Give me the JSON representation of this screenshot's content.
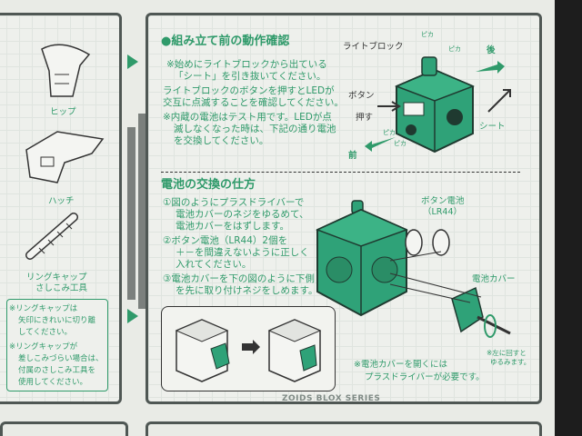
{
  "left_panel": {
    "parts": [
      "ヒップ",
      "ハッチ",
      "リングキャップ",
      "さしこみ工具"
    ],
    "notes": [
      "※リングキャップは",
      "矢印にきれいに切り離",
      "してください。",
      "※リングキャップが",
      "差しこみづらい場合は、",
      "付属のさしこみ工具を",
      "使用してください。"
    ]
  },
  "section1": {
    "title": "●組み立て前の動作確認",
    "lines": [
      "※始めにライトブロックから出ている",
      "「シート」を引き抜いてください。",
      "ライトブロックのボタンを押すとLEDが",
      "交互に点滅することを確認してください。",
      "※内蔵の電池はテスト用です。LEDが点",
      "滅しなくなった時は、下記の通り電池",
      "を交換してください。"
    ],
    "labels": {
      "light_block": "ライトブロック",
      "back": "後",
      "button": "ボタン",
      "push": "押す",
      "sheet": "シート",
      "front": "前",
      "pika": "ピカ"
    }
  },
  "section2": {
    "title": "電池の交換の仕方",
    "lines": [
      "①図のようにプラスドライバーで",
      "電池カバーのネジをゆるめて、",
      "電池カバーをはずします。",
      "②ボタン電池（LR44）2個を",
      "＋－を間違えないように正しく",
      "入れてください。",
      "③電池カバーを下の図のように下側",
      "を先に取り付けネジをしめます。"
    ],
    "labels": {
      "button_battery": "ボタン電池",
      "lr44": "（LR44）",
      "battery_cover": "電池カバー",
      "turn_left": "※左に回すと",
      "loosen": "ゆるみます。",
      "note1": "※電池カバーを開くには",
      "note2": "プラスドライバーが必要です。"
    }
  },
  "footer": "ZOIDS BLOX SERIES",
  "colors": {
    "accent": "#2f9a6a",
    "border": "#4f5754",
    "paper": "#e9ebe6"
  }
}
